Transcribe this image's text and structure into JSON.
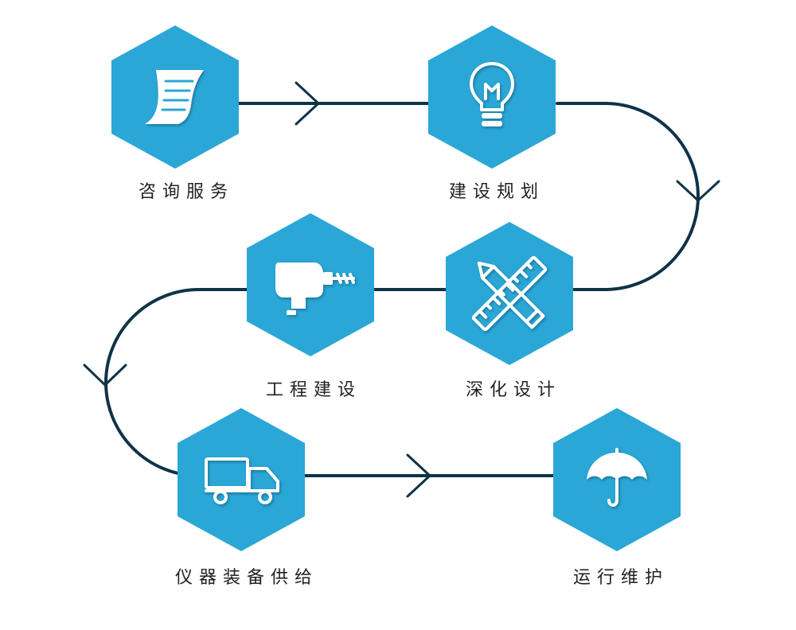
{
  "colors": {
    "hexagon": "#2aa7d6",
    "connector": "#0f3347",
    "icon": "#ffffff",
    "label_text": "#222222"
  },
  "steps": [
    {
      "label": "咨询服务",
      "icon": "document-icon"
    },
    {
      "label": "建设规划",
      "icon": "lightbulb-icon"
    },
    {
      "label": "深化设计",
      "icon": "pencil-ruler-icon"
    },
    {
      "label": "工程建设",
      "icon": "drill-icon"
    },
    {
      "label": "仪器装备供给",
      "icon": "truck-icon"
    },
    {
      "label": "运行维护",
      "icon": "umbrella-icon"
    }
  ]
}
